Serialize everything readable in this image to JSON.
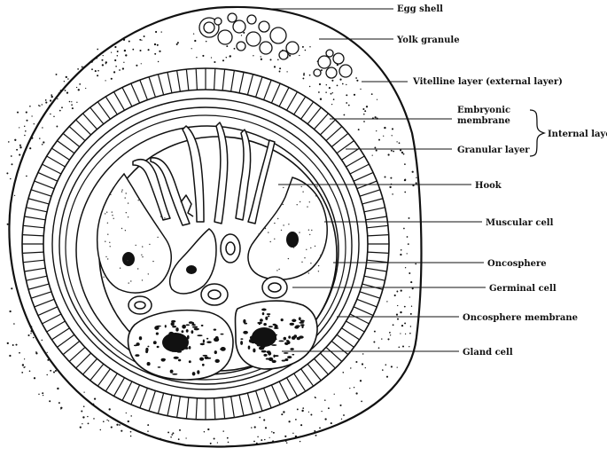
{
  "labels": {
    "egg_shell": "Egg shell",
    "yolk_granule": "Yolk granule",
    "vitelline_layer": "Vitelline layer (external layer)",
    "embryonic_membrane_1": "Embryonic",
    "embryonic_membrane_2": "membrane",
    "granular_layer": "Granular layer",
    "internal_layer": "Internal layer",
    "hook": "Hook",
    "muscular_cell": "Muscular cell",
    "oncosphere": "Oncosphere",
    "germinal_cell": "Germinal cell",
    "oncosphere_membrane": "Oncosphere membrane",
    "gland_cell": "Gland cell"
  },
  "colors": {
    "ink": "#111111",
    "paper": "#ffffff"
  }
}
